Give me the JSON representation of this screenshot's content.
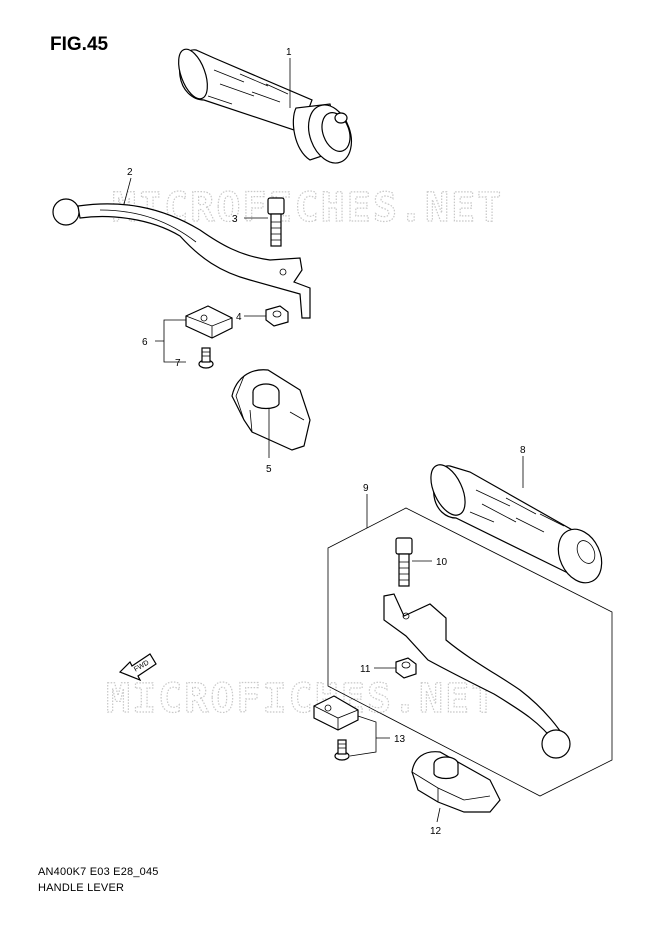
{
  "figure": {
    "title": "FIG.45"
  },
  "footer": {
    "model_code": "AN400K7 E03 E28_045",
    "section_name": "HANDLE LEVER"
  },
  "watermark": {
    "text": "MICROFICHES.NET"
  },
  "fwd_label": "FWD",
  "callouts": [
    "1",
    "2",
    "3",
    "4",
    "5",
    "6",
    "7",
    "8",
    "9",
    "10",
    "11",
    "12",
    "13"
  ]
}
